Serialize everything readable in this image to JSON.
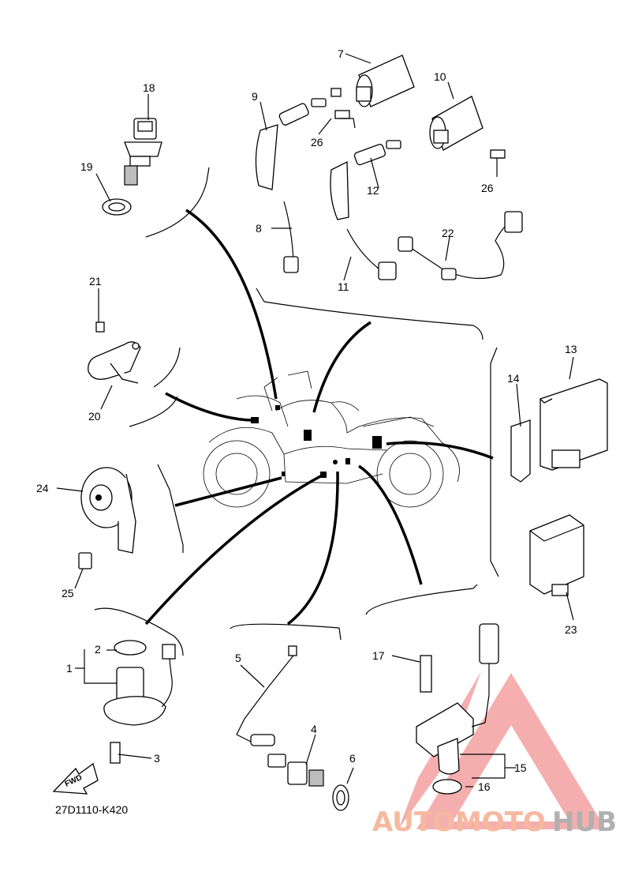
{
  "diagram": {
    "reference_code": "27D1110-K420",
    "fwd_label": "FWD",
    "part_numbers": [
      "1",
      "2",
      "3",
      "4",
      "5",
      "6",
      "7",
      "8",
      "9",
      "10",
      "11",
      "12",
      "13",
      "14",
      "15",
      "16",
      "17",
      "18",
      "19",
      "20",
      "21",
      "22",
      "23",
      "24",
      "25",
      "26",
      "26"
    ]
  },
  "watermark": {
    "text_a": "AUTOMOTO",
    "text_b": "HUB",
    "color_triangle": "#f4a0a0",
    "color_text_a": "#f6b9a0",
    "color_text_b": "#b0b0b0"
  }
}
